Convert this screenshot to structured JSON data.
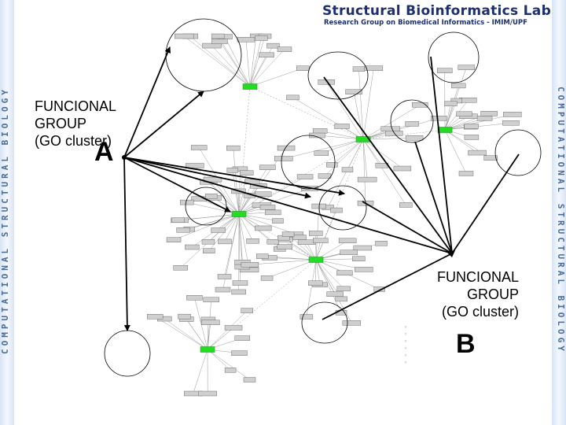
{
  "header": {
    "lab_title": "Structural Bioinformatics Lab",
    "lab_subtitle": "Research Group on Biomedical Informatics - IMIM/UPF"
  },
  "sidebars": {
    "text": "COMPUTATIONAL STRUCTURAL BIOLOGY"
  },
  "labels": {
    "group_a": [
      "FUNCIONAL",
      "GROUP",
      "(GO cluster)"
    ],
    "letter_a": "A",
    "group_b": [
      "FUNCIONAL",
      "GROUP",
      "(GO cluster)"
    ],
    "letter_b": "B"
  },
  "colors": {
    "hub_node": "#22dd22",
    "leaf_node": "#cfcfcf",
    "arrow": "#000000",
    "edge": "#9a9a9a"
  }
}
